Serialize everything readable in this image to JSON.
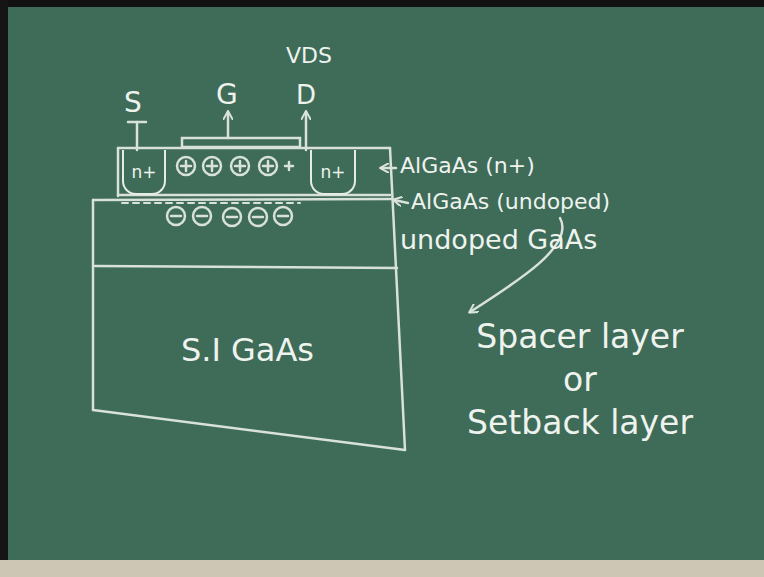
{
  "diagram": {
    "nodes": [
      {
        "text": [
          "n+"
        ]
      },
      {
        "text": [
          "n+"
        ]
      },
      {
        "text": [
          "S.I GaAs"
        ]
      }
    ],
    "labels": [
      "S",
      "G",
      "VDS",
      "D",
      "AlGaAs (n+)",
      "AlGaAs (undoped)",
      "undoped GaAs",
      "Spacer layer or Setback layer"
    ]
  }
}
